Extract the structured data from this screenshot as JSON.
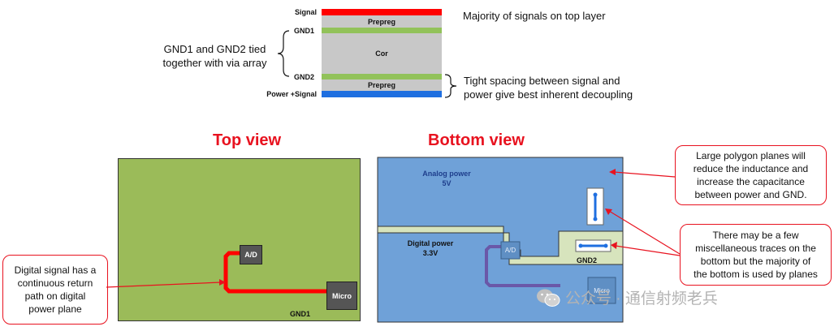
{
  "stackup": {
    "labels": {
      "signal": "Signal",
      "gnd1": "GND1",
      "gnd2": "GND2",
      "power_signal": "Power +Signal"
    },
    "layers": {
      "prepreg_top": "Prepreg",
      "core": "Cor",
      "prepreg_bottom": "Prepreg"
    },
    "notes": {
      "gnd_tied": [
        "GND1 and GND2 tied",
        "together with via array"
      ],
      "top_layer": "Majority of signals on top layer",
      "decoupling": [
        "Tight spacing between signal and",
        "power give best inherent decoupling"
      ]
    },
    "colors": {
      "signal": "#ff0000",
      "ground": "#92c25a",
      "core": "#c8c8c8",
      "power": "#1f6fe0"
    }
  },
  "top_view": {
    "title": "Top view",
    "ad_label": "A/D",
    "micro_label": "Micro",
    "plane_label": "GND1",
    "callout": [
      "Digital signal has a",
      "continuous return",
      "path on digital",
      "power plane"
    ],
    "colors": {
      "board": "#9bbb59",
      "trace": "#ff0000"
    }
  },
  "bottom_view": {
    "title": "Bottom view",
    "analog_power": [
      "Analog power",
      "5V"
    ],
    "digital_power": [
      "Digital power",
      "3.3V"
    ],
    "ad_label": "A/D",
    "micro_label": "Micro",
    "gnd2_label": "GND2",
    "callout_planes": [
      "Large polygon planes will",
      "reduce the inductance and",
      "increase the capacitance",
      "between power and GND."
    ],
    "callout_traces": [
      "There may be a few",
      "miscellaneous traces on the",
      "bottom but the majority of",
      "the bottom is used by planes"
    ],
    "colors": {
      "board": "#6fa1d8",
      "ground_strip": "#d7e4bd",
      "trace": "#6a58a8",
      "accent": "#1f6fe0"
    }
  },
  "watermark": "公众号 · 通信射频老兵"
}
